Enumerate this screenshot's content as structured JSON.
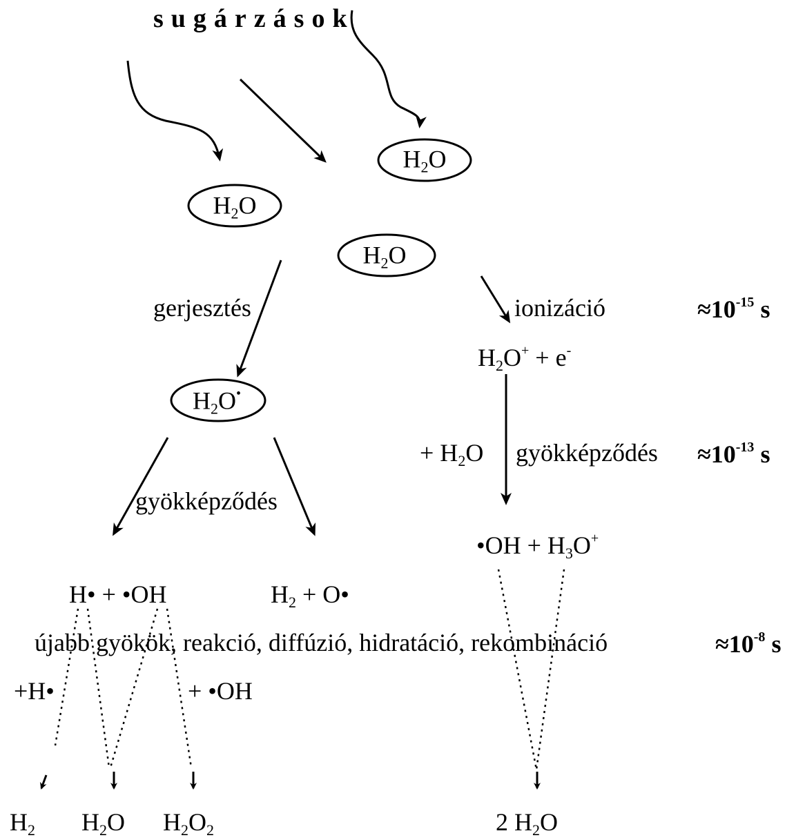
{
  "title": "sugárzások",
  "molecule": {
    "h": "H",
    "sub2": "2",
    "o": "O"
  },
  "excited_dot": "•",
  "labels": {
    "excitation": "gerjesztés",
    "ionization": "ionizáció",
    "radical_formation": "gyökképződés",
    "ion_pair_pre": "H",
    "ion_pair_sub": "2",
    "ion_pair_o": "O",
    "ion_pair_plus": "+",
    "ion_pair_rest": " + e",
    "ion_pair_e_sup": "-",
    "plus_water_pre": "+ H",
    "plus_water_sub": "2",
    "plus_water_o": "O",
    "radicals_left": "H• + •OH",
    "radicals_mid_pre": "H",
    "radicals_mid_sub": "2",
    "radicals_mid_rest": " + O•",
    "radicals_right_pre": "•OH + H",
    "radicals_right_sub": "3",
    "radicals_right_o": "O",
    "radicals_right_sup": "+",
    "secondary": "újabb gyökök, reakció, diffúzió, hidratáció, rekombináció",
    "plus_h": "+H•",
    "plus_oh": "+ •OH"
  },
  "timescales": [
    {
      "pre": "≈10",
      "exp": "-15",
      "unit": " s"
    },
    {
      "pre": "≈10",
      "exp": "-13",
      "unit": " s"
    },
    {
      "pre": "≈10",
      "exp": "-8",
      "unit": " s"
    }
  ],
  "products": {
    "h2": {
      "pre": "H",
      "sub": "2"
    },
    "h2o": {
      "pre": "H",
      "sub": "2",
      "post": "O"
    },
    "h2o2": {
      "pre": "H",
      "sub": "2",
      "post": "O",
      "sub2": "2"
    },
    "two_h2o": {
      "pre": "2 H",
      "sub": "2",
      "post": "O"
    }
  }
}
